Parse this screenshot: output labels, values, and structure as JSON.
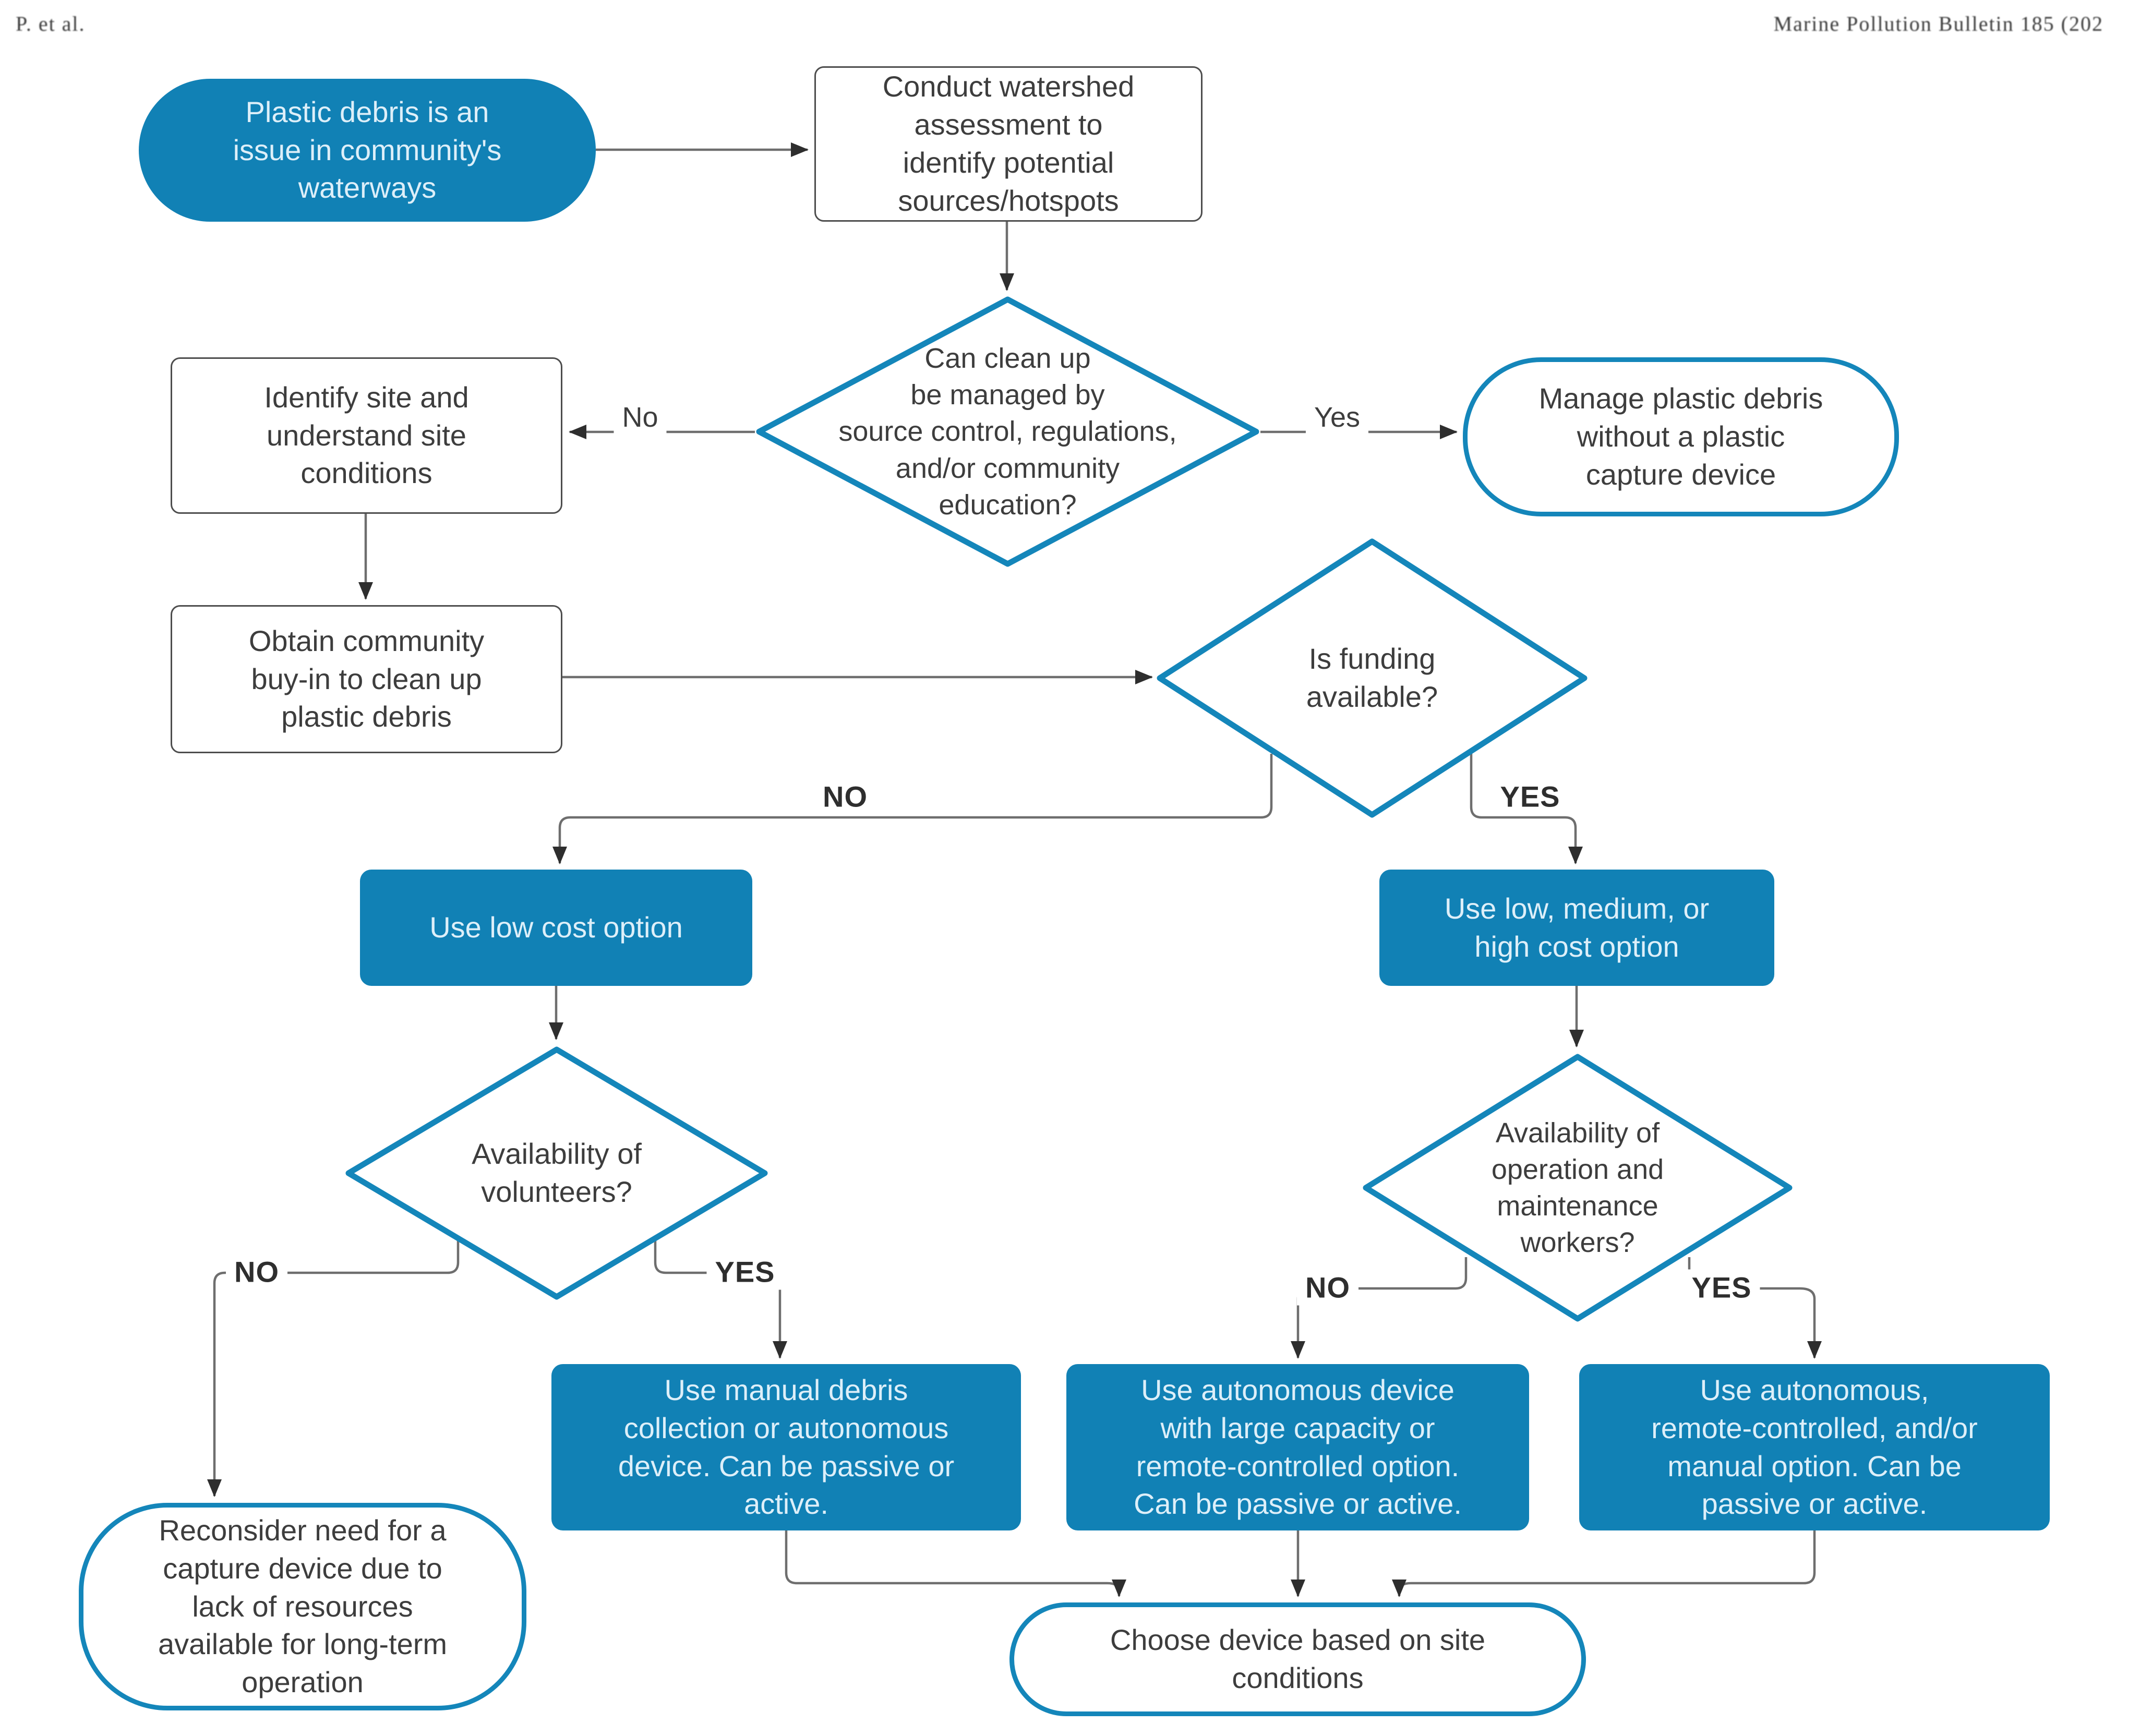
{
  "header": {
    "left": "P. et al.",
    "right": "Marine Pollution Bulletin 185 (202"
  },
  "colors": {
    "node_blue": "#1181b5",
    "diamond_border": "#1486ba",
    "box_border": "#4d4d4d",
    "line_gray": "#6e6e6e",
    "arrow_dark": "#2e2e2e",
    "text_dark": "#3d3d3d",
    "text_light": "#ddeff9",
    "header_text": "#3a3a3a"
  },
  "nodes": {
    "start": [
      "Plastic debris is an",
      "issue in community's",
      "waterways"
    ],
    "conduct": [
      "Conduct watershed",
      "assessment to",
      "identify potential",
      "sources/hotspots"
    ],
    "d_cleanup": [
      "Can clean up",
      "be managed by",
      "source control, regulations,",
      "and/or community",
      "education?"
    ],
    "identify": [
      "Identify site and",
      "understand site",
      "conditions"
    ],
    "manage": [
      "Manage plastic debris",
      "without a plastic",
      "capture device"
    ],
    "obtain": [
      "Obtain community",
      "buy-in to clean up",
      "plastic debris"
    ],
    "d_funding": [
      "Is funding",
      "available?"
    ],
    "low_cost": [
      "Use low cost option"
    ],
    "lmh_cost": [
      "Use low, medium, or",
      "high cost option"
    ],
    "d_volunteers": [
      "Availability of",
      "volunteers?"
    ],
    "d_workers": [
      "Availability of",
      "operation and",
      "maintenance",
      "workers?"
    ],
    "reconsider": [
      "Reconsider need for a",
      "capture device due to",
      "lack of resources",
      "available for long-term",
      "operation"
    ],
    "manual": [
      "Use manual debris",
      "collection or autonomous",
      "device. Can be passive or",
      "active."
    ],
    "auto_large": [
      "Use autonomous  device",
      "with large capacity or",
      "remote-controlled option.",
      "Can be passive or active."
    ],
    "auto_rc": [
      "Use autonomous,",
      "remote-controlled, and/or",
      "manual option. Can be",
      "passive or active."
    ],
    "choose": [
      "Choose device based on site",
      "conditions"
    ]
  },
  "edges": {
    "cleanup_no": "No",
    "cleanup_yes": "Yes",
    "funding_no": "NO",
    "funding_yes": "YES",
    "volunteers_no": "NO",
    "volunteers_yes": "YES",
    "workers_no": "NO",
    "workers_yes": "YES"
  }
}
